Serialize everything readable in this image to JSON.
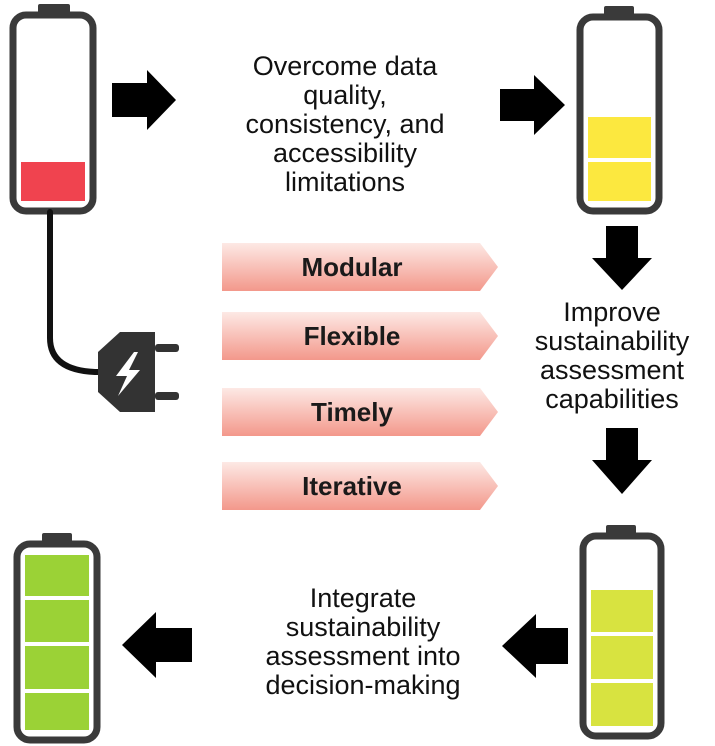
{
  "colors": {
    "battery_outline": "#3a3a3a",
    "level_empty": "#f0434f",
    "level_half": "#fce83f",
    "level_high": "#d8e340",
    "level_full": "#9bd236",
    "tag_fill_light": "#fde8e4",
    "tag_fill_dark": "#f39a8e",
    "arrow": "#000000"
  },
  "steps": {
    "overcome": "Overcome data\nquality,\nconsistency, and\naccessibility\nlimitations",
    "improve": "Improve\nsustainability\nassessment\ncapabilities",
    "integrate": "Integrate\nsustainability\nassessment into\ndecision-making"
  },
  "tags": [
    "Modular",
    "Flexible",
    "Timely",
    "Iterative"
  ],
  "batteries": [
    {
      "name": "empty",
      "charge_segments": 1
    },
    {
      "name": "half",
      "charge_segments": 2
    },
    {
      "name": "high",
      "charge_segments": 3
    },
    {
      "name": "full",
      "charge_segments": 4
    }
  ],
  "icons": [
    "plug-icon",
    "lightning-icon",
    "arrow-right-icon",
    "arrow-down-icon",
    "arrow-left-icon"
  ]
}
